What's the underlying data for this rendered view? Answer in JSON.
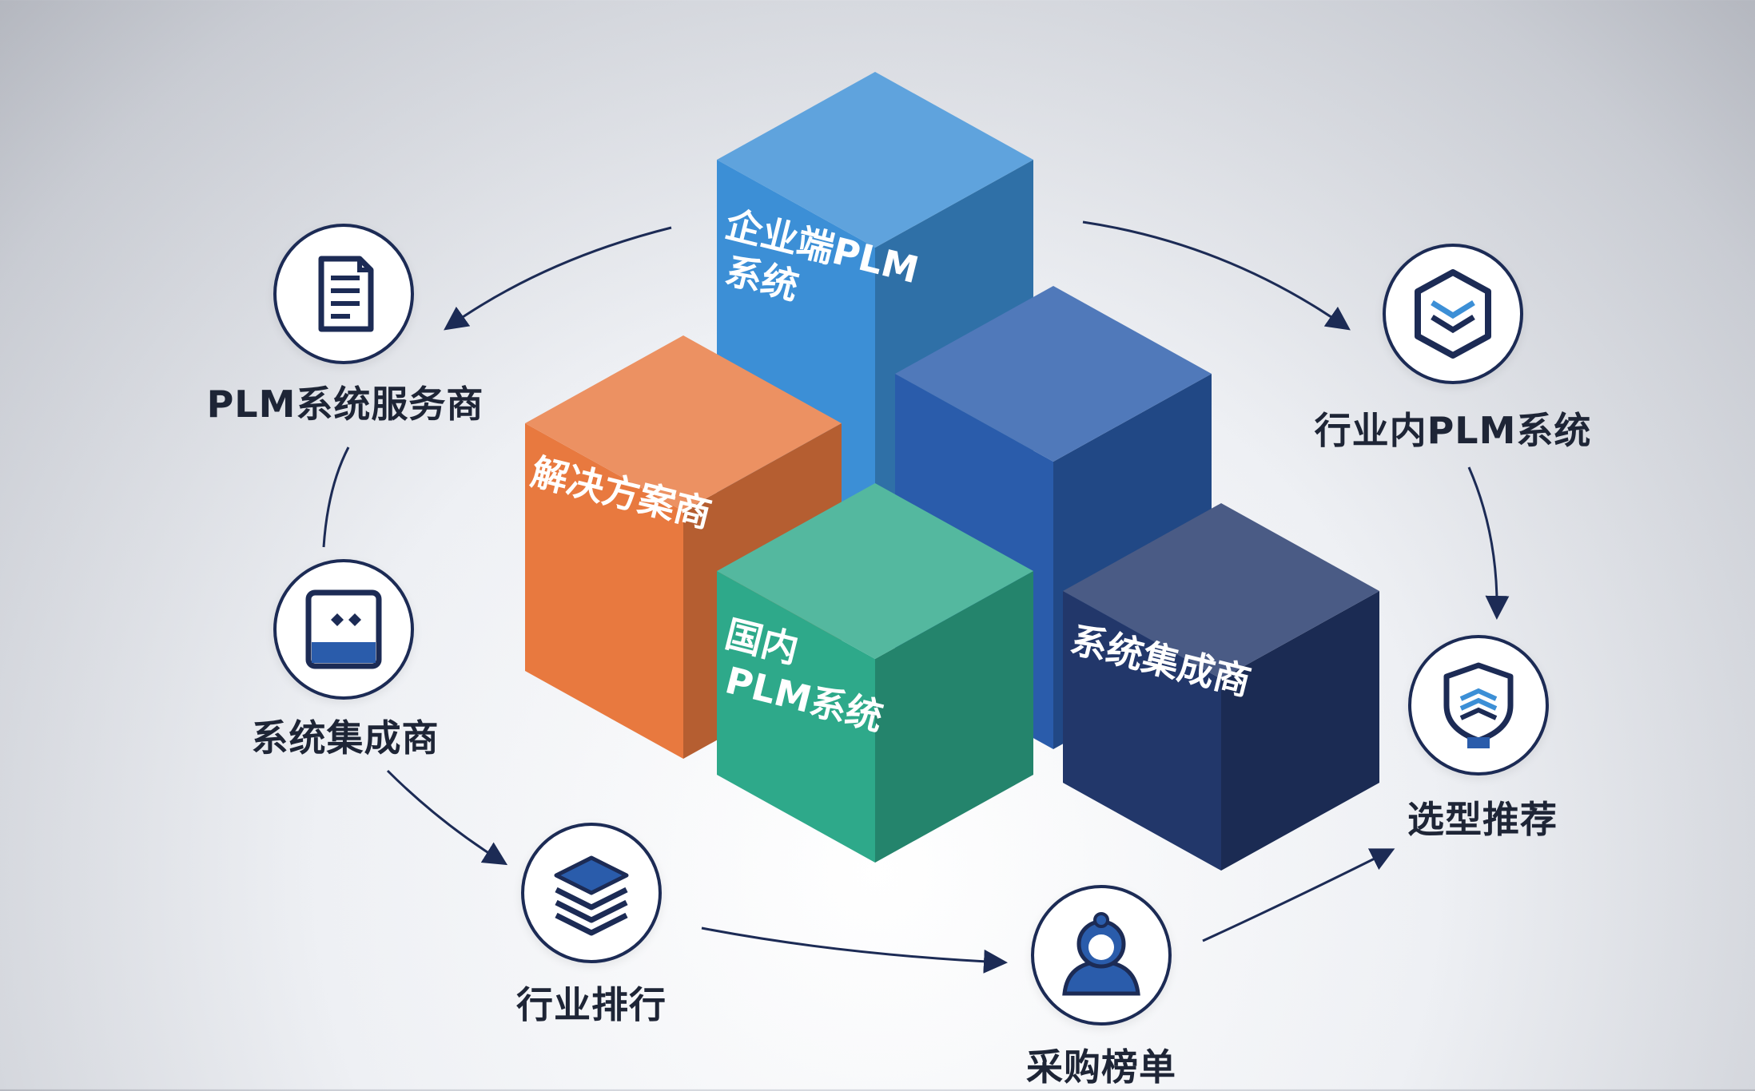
{
  "colors": {
    "orange": "#e8793f",
    "sky_blue": "#3c8fd6",
    "royal_blue": "#2a5cab",
    "teal": "#2ea98a",
    "navy": "#22376a",
    "outline": "#1c2b55"
  },
  "cubes": [
    {
      "id": "enterprise",
      "lines": [
        "企业端PLM",
        "系统"
      ],
      "color": "sky_blue"
    },
    {
      "id": "solution",
      "lines": [
        "解决方案商"
      ],
      "color": "orange"
    },
    {
      "id": "middle",
      "lines": [],
      "color": "royal_blue"
    },
    {
      "id": "domestic",
      "lines": [
        "国内",
        "PLM系统"
      ],
      "color": "teal"
    },
    {
      "id": "integrator",
      "lines": [
        "系统集成商"
      ],
      "color": "navy"
    }
  ],
  "nodes": [
    {
      "id": "plm-provider",
      "label": "PLM系统服务商",
      "icon": "document-icon"
    },
    {
      "id": "sys-integrator",
      "label": "系统集成商",
      "icon": "server-box-icon"
    },
    {
      "id": "industry-ranking",
      "label": "行业排行",
      "icon": "layers-stack-icon"
    },
    {
      "id": "procurement-list",
      "label": "采购榜单",
      "icon": "user-avatar-icon"
    },
    {
      "id": "selection-recommend",
      "label": "选型推荐",
      "icon": "shield-stack-icon"
    },
    {
      "id": "industry-plm",
      "label": "行业内PLM系统",
      "icon": "hexagon-chevron-icon"
    }
  ]
}
